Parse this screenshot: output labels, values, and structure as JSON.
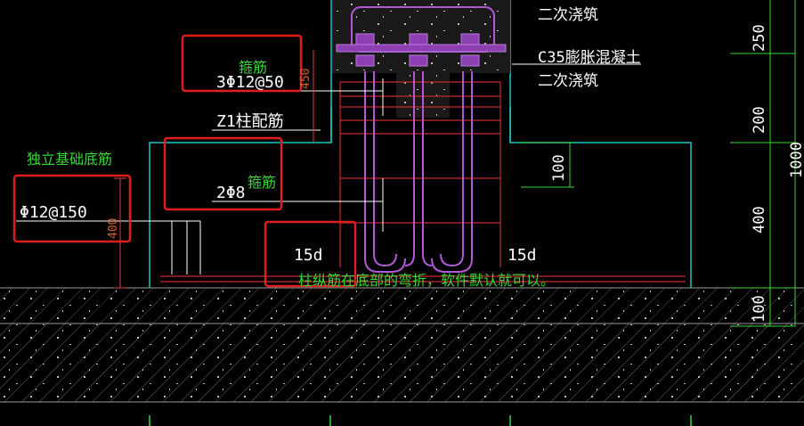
{
  "annotations": {
    "stirrup_top": "箍筋",
    "stirrup_mid": "箍筋",
    "isolated_footing_bottom_bar": "独立基础底筋",
    "note_bottom": "柱纵筋在底部的弯折，软件默认就可以。"
  },
  "labels": {
    "secondary_pour_1": "二次浇筑",
    "c35_concrete": "C35膨胀混凝土",
    "secondary_pour_2": "二次浇筑",
    "top_rebar": "3Φ12@50",
    "z1_rebar": "Z1柱配筋",
    "mid_rebar": "2Φ8",
    "footing_rebar": "Φ12@150",
    "bend_left": "15d",
    "bend_right": "15d"
  },
  "dimensions": {
    "d250": "250",
    "d200": "200",
    "d1000": "1000",
    "d100_inner": "100",
    "d400": "400",
    "d100_bottom": "100",
    "d450": "450",
    "d400_left": "400"
  },
  "colors": {
    "background": "#000000",
    "cyan": "#17c7c7",
    "red_box": "#e11d1d",
    "green": "#38d738",
    "purple": "#b05ad8",
    "dark_red": "#b0232a",
    "hatch": "#8a8a8a",
    "white": "#ffffff"
  }
}
